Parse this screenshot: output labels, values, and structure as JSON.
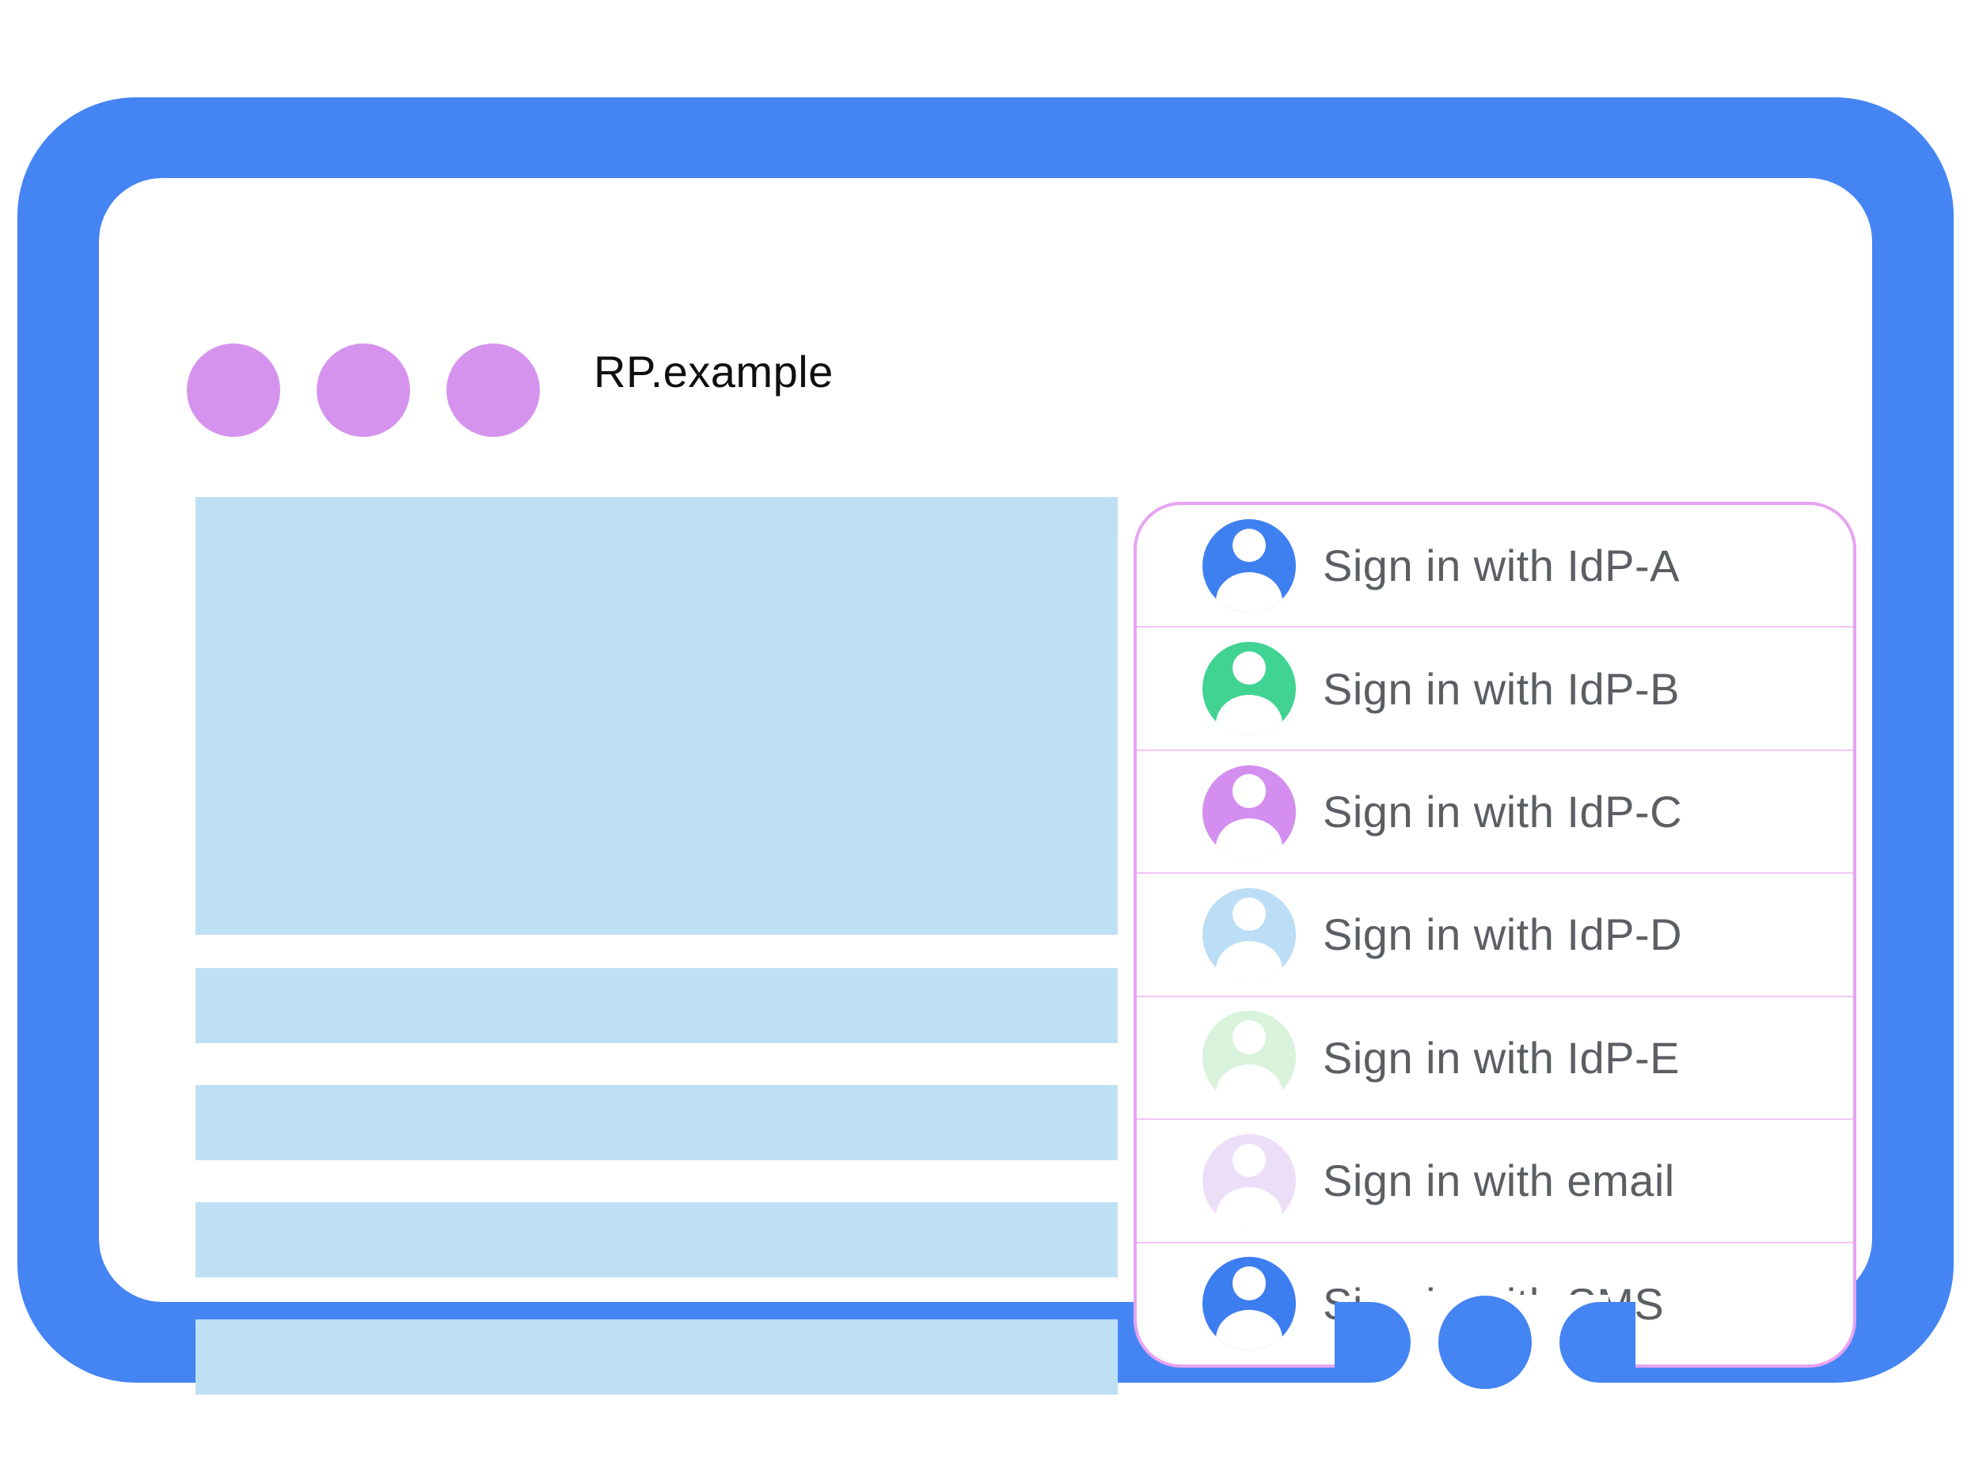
{
  "header": {
    "title": "RP.example"
  },
  "signin_panel": {
    "options": [
      {
        "id": "idp-a",
        "label": "Sign in with IdP-A",
        "avatar_color": "#3F80F1"
      },
      {
        "id": "idp-b",
        "label": "Sign in with IdP-B",
        "avatar_color": "#41D392"
      },
      {
        "id": "idp-c",
        "label": "Sign in with IdP-C",
        "avatar_color": "#D48EEF"
      },
      {
        "id": "idp-d",
        "label": "Sign in with IdP-D",
        "avatar_color": "#BCDDF6"
      },
      {
        "id": "idp-e",
        "label": "Sign in with IdP-E",
        "avatar_color": "#D9F2DC"
      },
      {
        "id": "email",
        "label": "Sign in with email",
        "avatar_color": "#EDDEF7"
      },
      {
        "id": "sms",
        "label": "Sign in with SMS",
        "avatar_color": "#3C7DEF"
      }
    ]
  },
  "colors": {
    "frame_blue": "#4484F3",
    "placeholder_blue": "#BEE0F5",
    "window_dot_purple": "#D693EE",
    "panel_border_pink": "#E7A3F2",
    "panel_divider_pink": "#F2C4F6",
    "label_gray": "#5B5F64",
    "title_black": "#0E0F11"
  }
}
